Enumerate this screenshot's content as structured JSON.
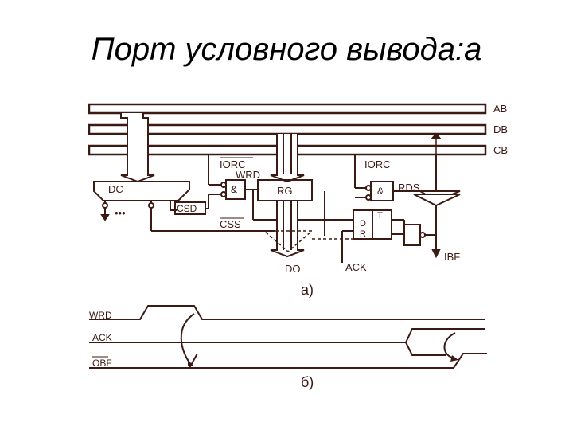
{
  "title": "Порт условного вывода:а",
  "colors": {
    "ink": "#3b1a14",
    "background": "#ffffff"
  },
  "labels": {
    "ab": "AB",
    "db": "DB",
    "cb": "CB",
    "iorc_left": "IORC",
    "iorc_right": "IORC",
    "wrd": "WRD",
    "dc": "DC",
    "and_left": "&",
    "rg": "RG",
    "and_right": "&",
    "rds": "RDS",
    "csd": "CSD",
    "css": "CSS",
    "trig_t": "T",
    "trig_d": "D",
    "trig_r": "R",
    "ack": "ACK",
    "ibf": "IBF",
    "do": "DO",
    "ellipsis": "•••",
    "part_a": "а)",
    "part_b": "б)"
  },
  "timing": {
    "wrd": "WRD",
    "ack": "ACK",
    "obf": "OBF"
  }
}
